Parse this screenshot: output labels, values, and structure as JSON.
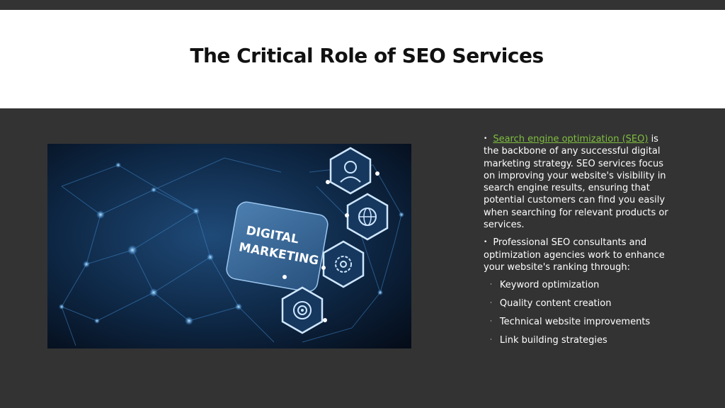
{
  "slide": {
    "title": "The Critical Role of SEO Services"
  },
  "image": {
    "caption_line1": "DIGITAL",
    "caption_line2": "MARKETING",
    "icons": [
      "user-icon",
      "globe-network-icon",
      "gear-icon",
      "target-icon"
    ]
  },
  "content": {
    "para1": {
      "bullet": "•",
      "link_text": "Search engine optimization (SEO)",
      "text": " is the backbone of any successful digital marketing strategy. SEO services focus on improving your website's visibility in search engine results, ensuring that potential customers can find you easily when searching for relevant products or services."
    },
    "para2": {
      "bullet": "•",
      "text": "Professional SEO consultants and optimization agencies work to enhance your website's ranking through:"
    },
    "sub_bullet": "·",
    "sub_items": [
      "Keyword optimization",
      "Quality content creation",
      "Technical website improvements",
      "Link building strategies"
    ]
  },
  "colors": {
    "background": "#333333",
    "title_band": "#ffffff",
    "link": "#7fbf3f",
    "text": "#ffffff"
  }
}
